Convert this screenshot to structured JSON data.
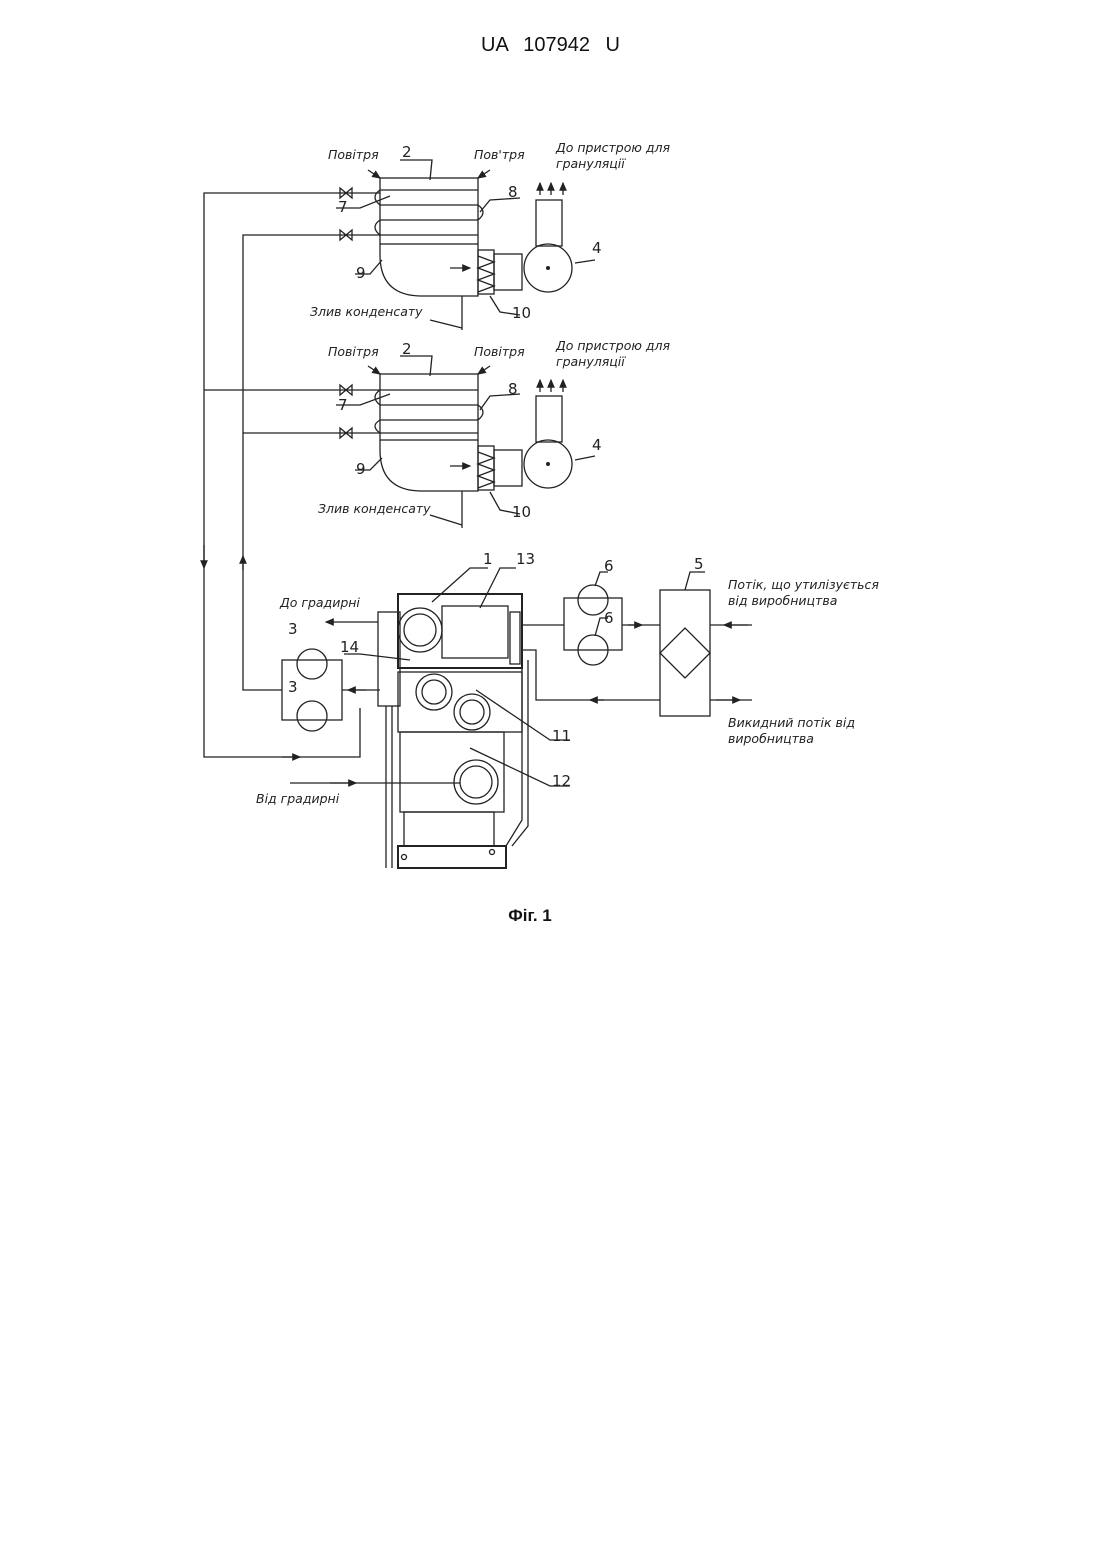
{
  "header": "UA   107942   U",
  "caption": "Фіг. 1",
  "labels": {
    "air_left": "Повітря",
    "air_right": "Пов'тря",
    "air_right_2": "Повітря",
    "to_granulation_l1": "До пристрою для",
    "to_granulation_l2": "грануляції",
    "condensate_drain": "Злив конденсату",
    "to_cooling_tower": "До градирні",
    "from_cooling_tower": "Від градирні",
    "utilized_flow_l1": "Потік, що утилізується",
    "utilized_flow_l2": "від виробництва",
    "exhaust_flow_l1": "Викидний потік від",
    "exhaust_flow_l2": "виробництва"
  },
  "numbers": {
    "n1": "1",
    "n2": "2",
    "n3": "3",
    "n4": "4",
    "n5": "5",
    "n6": "6",
    "n7": "7",
    "n8": "8",
    "n9": "9",
    "n10": "10",
    "n11": "11",
    "n12": "12",
    "n13": "13",
    "n14": "14"
  }
}
